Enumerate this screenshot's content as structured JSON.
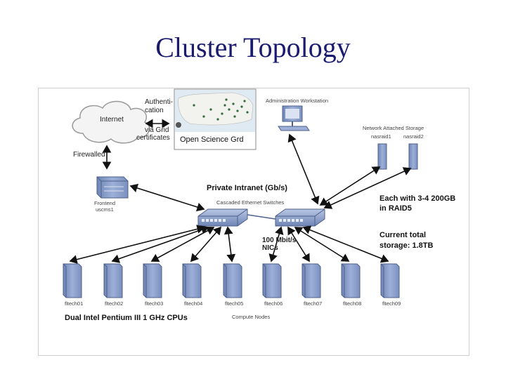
{
  "slide": {
    "title": "Cluster Topology"
  },
  "diagram": {
    "internet": "Internet",
    "auth_line1": "Authenti-",
    "auth_line2": "cation",
    "via_line1": "via Grid",
    "via_line2": "certificates",
    "osg": "Open Science Grd",
    "firewalled": "Firewalled",
    "frontend_line1": "Frontend",
    "frontend_line2": "uscms1",
    "admin": "Administration Workstation",
    "nas_title": "Network Attached Storage",
    "nas1": "nasraid1",
    "nas2": "nasraid2",
    "private_intranet": "Private Intranet (Gb/s)",
    "switches": "Cascaded Ethernet Switches",
    "raid_line1": "Each with 3-4 200GB",
    "raid_line2": "in RAID5",
    "storage_line1": "Current total",
    "storage_line2": "storage: 1.8TB",
    "nic_line1": "100 Mbit/s",
    "nic_line2": "NICs",
    "nodes": [
      "fltech01",
      "fltech02",
      "fltech03",
      "fltech04",
      "fltech05",
      "fltech06",
      "fltech07",
      "fltech08",
      "fltech09"
    ],
    "cpus": "Dual Intel Pentium III 1 GHz CPUs",
    "compute_nodes": "Compute Nodes"
  },
  "colors": {
    "title": "#1a1a6e",
    "server": "#8fa3cc",
    "arrow": "#111111"
  }
}
